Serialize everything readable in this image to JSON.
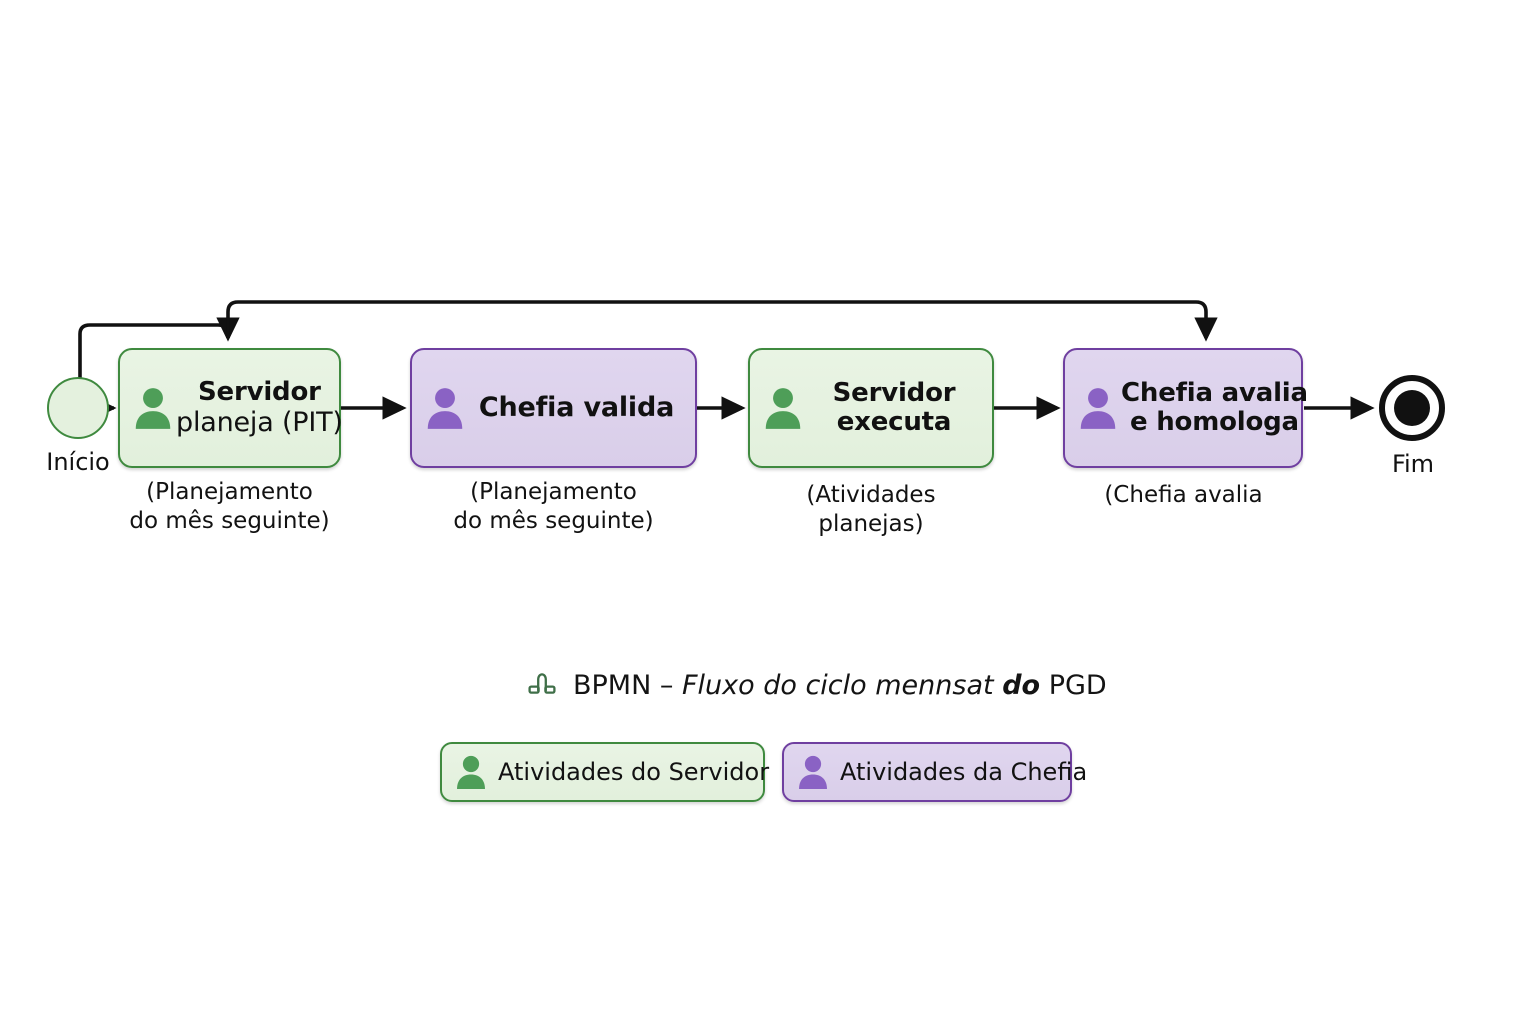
{
  "diagram": {
    "type": "BPMN process flow",
    "start_event": {
      "label": "Início",
      "icon": "start-circle-icon"
    },
    "end_event": {
      "label": "Fim",
      "icon": "end-circle-icon"
    },
    "nodes": [
      {
        "id": "servidor-planeja",
        "lane": "servidor",
        "icon": "person-icon",
        "line1": "Servidor",
        "line2": "planeja (PIT)",
        "caption": "(Planejamento\ndo mês seguinte)"
      },
      {
        "id": "chefia-valida",
        "lane": "chefia",
        "icon": "person-icon",
        "line1": "Chefia valida",
        "line2": "",
        "caption": "(Planejamento\ndo mês seguinte)"
      },
      {
        "id": "servidor-executa",
        "lane": "servidor",
        "icon": "person-icon",
        "line1": "Servidor",
        "line2": "executa",
        "caption": "(Atividades planejas)"
      },
      {
        "id": "chefia-avalia-homologa",
        "lane": "chefia",
        "icon": "person-icon",
        "line1": "Chefia avalia",
        "line2": "e homologa",
        "caption": "(Chefia avalia"
      }
    ]
  },
  "legend": {
    "title": {
      "icon": "bpmn-gateway-icon",
      "plain_prefix": "BPMN",
      "dash": "–",
      "italic_part": "Fluxo do ciclo mennsat",
      "italic_bold_part": "do",
      "plain_suffix": "PGD"
    },
    "chips": [
      {
        "id": "servidor",
        "icon": "person-icon",
        "label": "Atividades do Servidor"
      },
      {
        "id": "chefia",
        "icon": "person-icon",
        "label": "Atividades da Chefia"
      }
    ]
  },
  "colors": {
    "servidor_fill": "#e7f3e2",
    "servidor_stroke": "#3f8a3f",
    "servidor_icon": "#4e9e58",
    "chefia_fill": "#ddd3ec",
    "chefia_stroke": "#6f3fa0",
    "chefia_icon": "#8a62c4",
    "connector": "#111111",
    "background": "#ffffff"
  }
}
